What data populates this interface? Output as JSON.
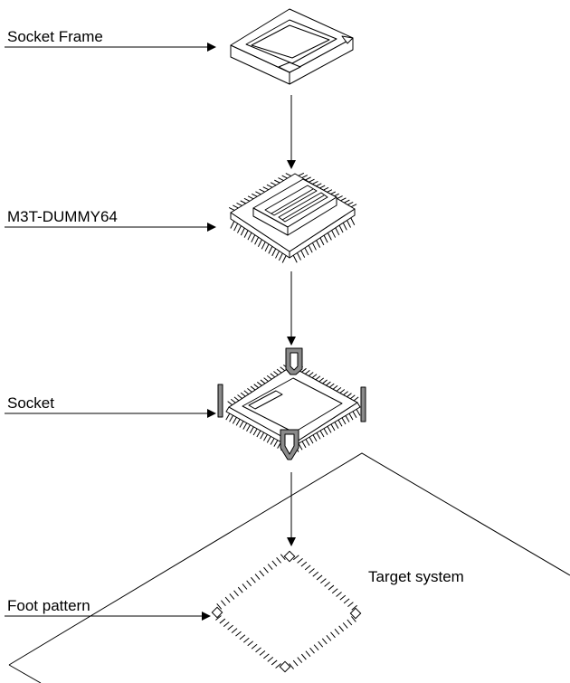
{
  "labels": {
    "socket_frame": "Socket Frame",
    "dummy": "M3T-DUMMY64",
    "socket": "Socket",
    "foot_pattern": "Foot pattern",
    "target_system": "Target system"
  },
  "colors": {
    "line": "#000000",
    "background": "#ffffff",
    "part_fill": "#ffffff",
    "clip_fill": "#8a8a8a"
  }
}
